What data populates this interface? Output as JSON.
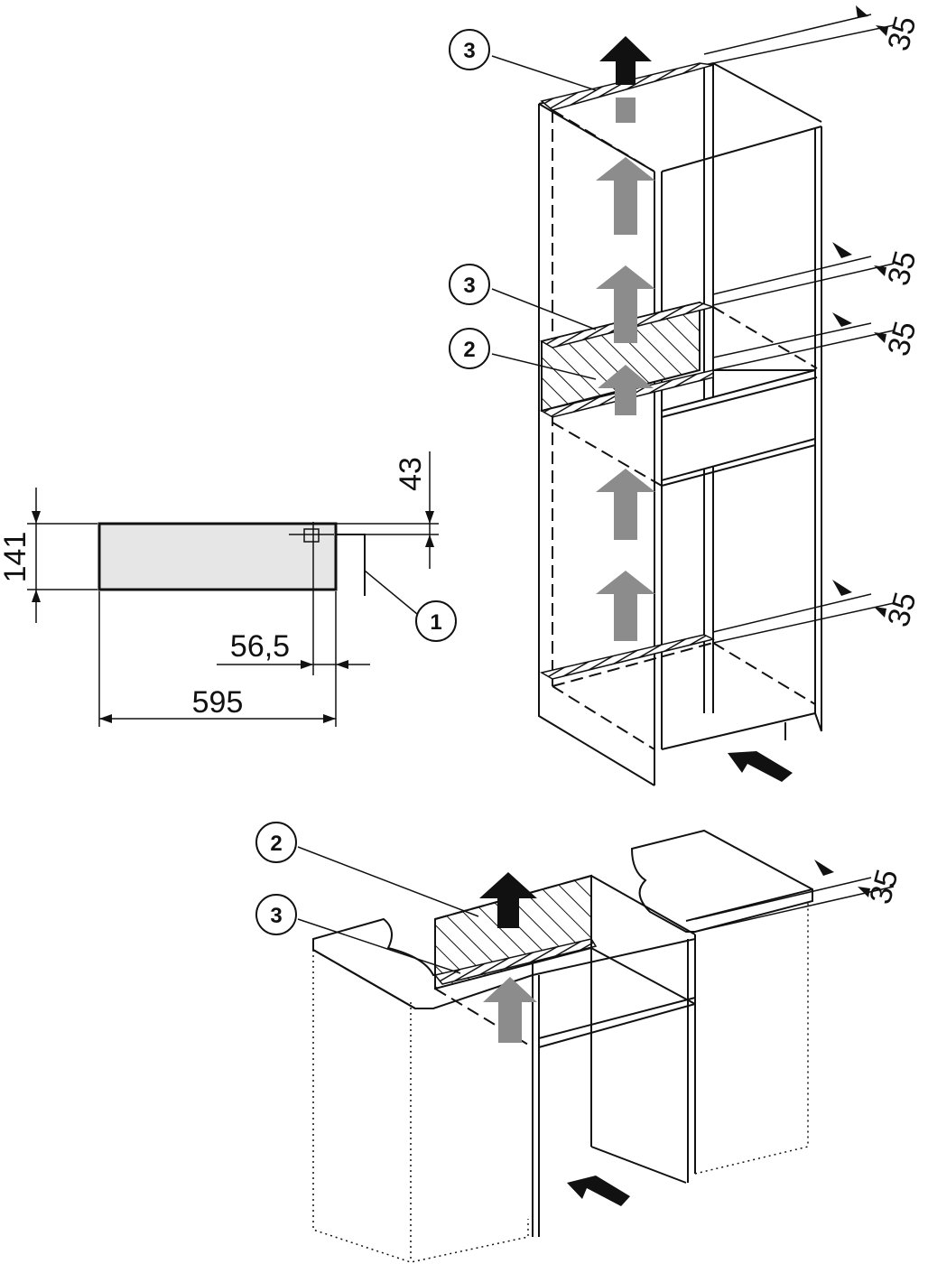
{
  "callouts": {
    "c1": "1",
    "c2": "2",
    "c3": "3"
  },
  "dimensions": {
    "height": "141",
    "connection_height": "43",
    "width": "595",
    "connection_offset": "56,5",
    "vent_gap": "35"
  },
  "colors": {
    "line": "#111111",
    "appliance_fill": "#e6e6e6",
    "airflow_arrow": "#8c8c8c",
    "exhaust_arrow": "#111111"
  }
}
